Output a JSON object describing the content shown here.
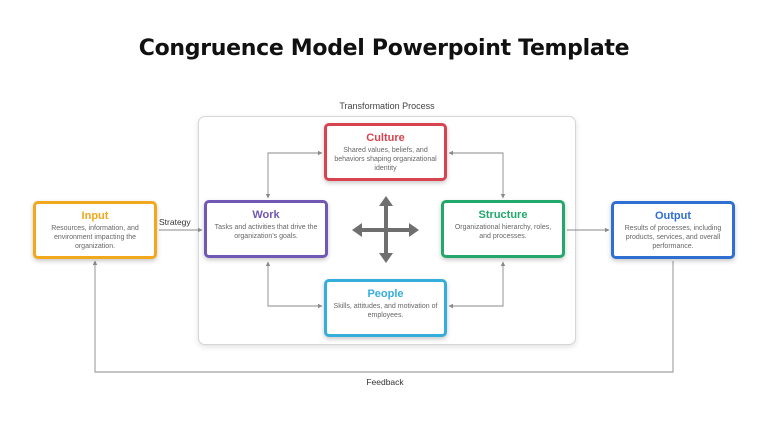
{
  "title": "Congruence Model Powerpoint Template",
  "transformation_label": "Transformation Process",
  "strategy_label": "Strategy",
  "feedback_label": "Feedback",
  "nodes": {
    "culture": {
      "title": "Culture",
      "desc": "Shared values, beliefs, and behaviors shaping organizational identity",
      "color": "#d9434f"
    },
    "work": {
      "title": "Work",
      "desc": "Tasks and activities that drive the organization's goals.",
      "color": "#7158b5"
    },
    "structure": {
      "title": "Structure",
      "desc": "Organizational hierarchy, roles, and processes.",
      "color": "#22a86a"
    },
    "people": {
      "title": "People",
      "desc": "Skills, attitudes, and motivation of employees.",
      "color": "#36aedb"
    },
    "input": {
      "title": "Input",
      "desc": "Resources, information, and environment impacting the organization.",
      "color": "#f2a81d"
    },
    "output": {
      "title": "Output",
      "desc": "Results of processes, including products, services, and overall performance.",
      "color": "#2e6fd1"
    }
  },
  "connector_color": "#8a8a8a",
  "center_arrow_color": "#6f6f6f"
}
